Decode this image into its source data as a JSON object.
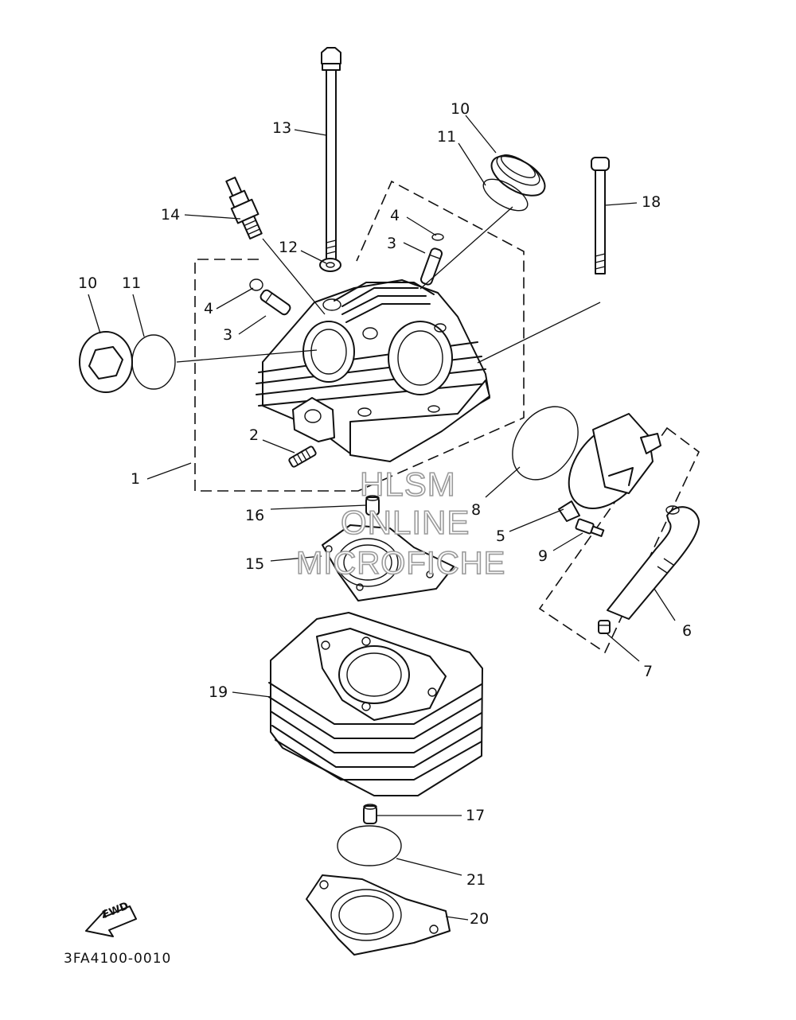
{
  "callouts": {
    "c1": "1",
    "c2": "2",
    "c3a": "3",
    "c3b": "3",
    "c4a": "4",
    "c4b": "4",
    "c5": "5",
    "c6": "6",
    "c7": "7",
    "c8": "8",
    "c9": "9",
    "c10a": "10",
    "c10b": "10",
    "c11a": "11",
    "c11b": "11",
    "c12": "12",
    "c13": "13",
    "c14": "14",
    "c15": "15",
    "c16": "16",
    "c17": "17",
    "c18": "18",
    "c19": "19",
    "c20": "20",
    "c21": "21"
  },
  "watermark": {
    "line1": "HLSM",
    "line2": "ONLINE",
    "line3": "MICROFICHE"
  },
  "fwd_label": "FWD",
  "figure_code": "3FA4100-0010"
}
